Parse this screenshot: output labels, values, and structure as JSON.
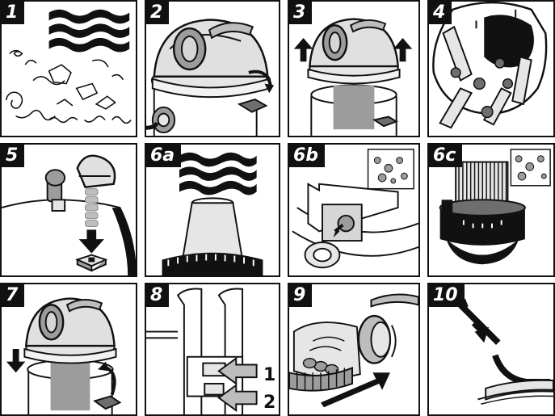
{
  "panels": [
    {
      "id": "p1",
      "label": "1"
    },
    {
      "id": "p2",
      "label": "2"
    },
    {
      "id": "p3",
      "label": "3"
    },
    {
      "id": "p4",
      "label": "4"
    },
    {
      "id": "p5",
      "label": "5"
    },
    {
      "id": "p6a",
      "label": "6a"
    },
    {
      "id": "p6b",
      "label": "6b"
    },
    {
      "id": "p6c",
      "label": "6c"
    },
    {
      "id": "p7",
      "label": "7"
    },
    {
      "id": "p8",
      "label": "8"
    },
    {
      "id": "p9",
      "label": "9"
    },
    {
      "id": "p10",
      "label": "10"
    }
  ],
  "callouts": {
    "arrow_one": "1",
    "arrow_two": "2"
  },
  "colors": {
    "ink": "#111111",
    "light_gray": "#e6e6e6",
    "mid_gray": "#9c9c9c",
    "dark_gray": "#6e6e6e"
  }
}
